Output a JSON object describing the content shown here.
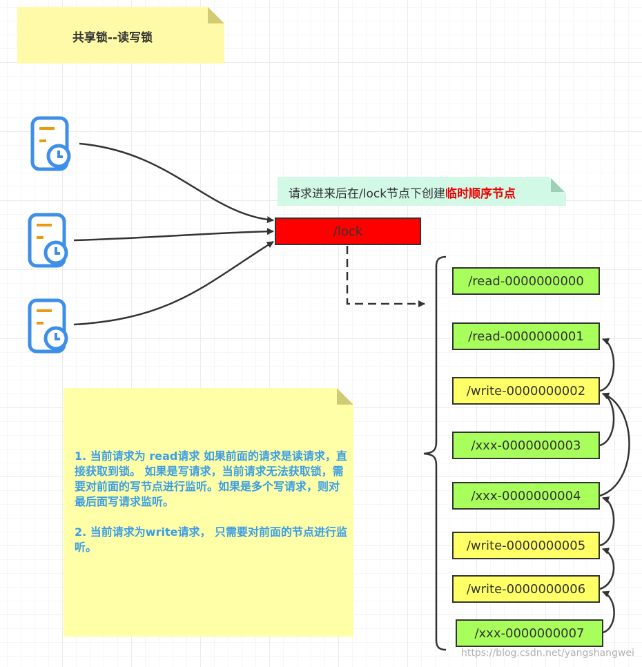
{
  "title_note": {
    "text": "共享锁--读写锁"
  },
  "callout": {
    "prefix": "请求进来后在/lock节点下创建",
    "highlight": "临时顺序节点"
  },
  "lock_node": {
    "label": "/lock"
  },
  "seq_nodes": [
    {
      "label": "/read-0000000000",
      "kind": "read"
    },
    {
      "label": "/read-0000000001",
      "kind": "read"
    },
    {
      "label": "/write-0000000002",
      "kind": "write"
    },
    {
      "label": "/xxx-0000000003",
      "kind": "xxx"
    },
    {
      "label": "/xxx-0000000004",
      "kind": "xxx"
    },
    {
      "label": "/write-0000000005",
      "kind": "write"
    },
    {
      "label": "/write-0000000006",
      "kind": "write"
    },
    {
      "label": "/xxx-0000000007",
      "kind": "xxx"
    }
  ],
  "explanation": {
    "p1": "1. 当前请求为 read请求  如果前面的请求是读请求，直接获取到锁。 如果是写请求，当前请求无法获取锁，需要对前面的写节点进行监听。如果是多个写请求，则对最后面写请求监听。",
    "p2": "2.  当前请求为write请求，  只需要对前面的节点进行监听。"
  },
  "client_icons": [
    "client-request-icon",
    "client-request-icon",
    "client-request-icon"
  ],
  "colors": {
    "lock": "#ff0000",
    "read": "#a8ff5c",
    "write": "#ffff66",
    "note": "#ffffa8",
    "callout": "#d2f8e6",
    "highlight": "#ee0000",
    "explain_text": "#3b9de6",
    "icon_blue": "#3d8fe8",
    "icon_orange": "#e89a12"
  },
  "watermark": "https://blog.csdn.net/yangshangwei"
}
